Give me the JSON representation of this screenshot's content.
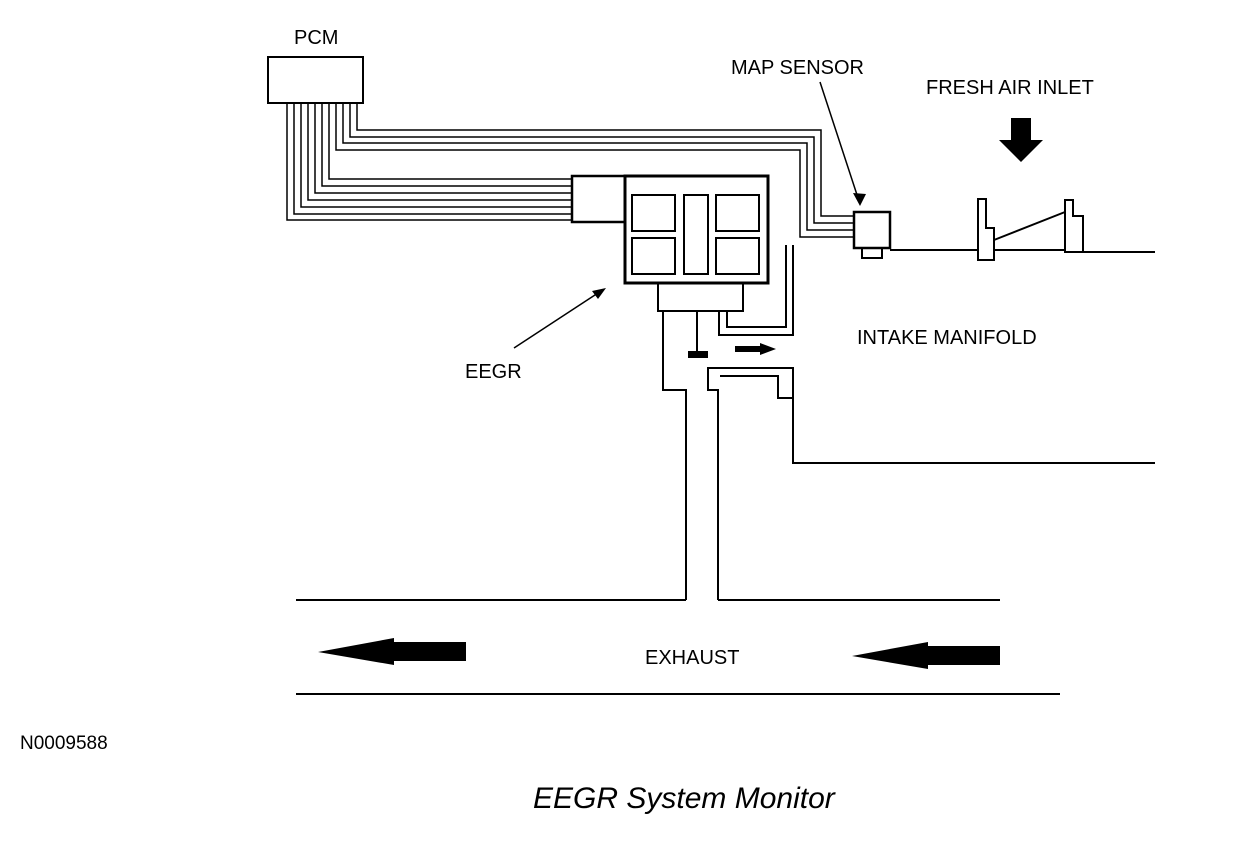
{
  "diagram": {
    "title": "EEGR System Monitor",
    "figure_id": "N0009588",
    "labels": {
      "pcm": "PCM",
      "map_sensor": "MAP SENSOR",
      "fresh_air_inlet": "FRESH AIR INLET",
      "eegr": "EEGR",
      "intake_manifold": "INTAKE MANIFOLD",
      "exhaust": "EXHAUST"
    },
    "components": [
      {
        "id": "pcm",
        "label": "PCM",
        "type": "control-module"
      },
      {
        "id": "eegr",
        "label": "EEGR",
        "type": "valve"
      },
      {
        "id": "map-sensor",
        "label": "MAP SENSOR",
        "type": "sensor"
      },
      {
        "id": "throttle",
        "label": "",
        "type": "throttle-plate"
      },
      {
        "id": "intake-manifold",
        "label": "INTAKE MANIFOLD",
        "type": "duct"
      },
      {
        "id": "exhaust",
        "label": "EXHAUST",
        "type": "pipe"
      }
    ],
    "connections": [
      {
        "from": "pcm",
        "to": "eegr",
        "kind": "wiring-harness"
      },
      {
        "from": "pcm",
        "to": "map-sensor",
        "kind": "wiring"
      },
      {
        "from": "exhaust",
        "to": "eegr",
        "kind": "egr-passage"
      },
      {
        "from": "eegr",
        "to": "intake-manifold",
        "kind": "egr-passage"
      }
    ],
    "flow_directions": {
      "fresh_air": "down",
      "exhaust": "left",
      "egr": "right"
    }
  }
}
